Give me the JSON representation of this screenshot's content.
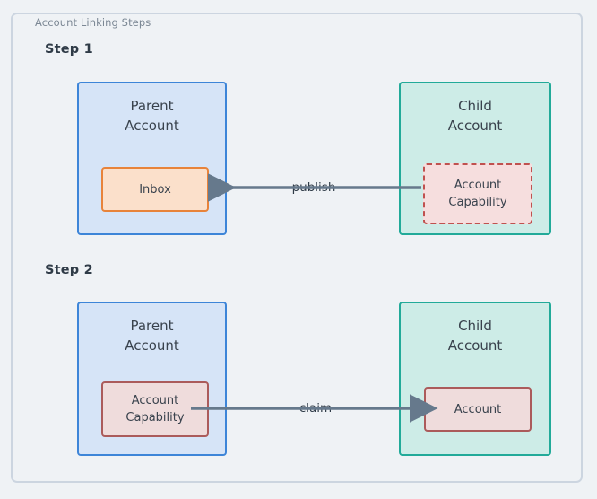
{
  "frame": {
    "legend": "Account Linking Steps"
  },
  "colors": {
    "page_background": "#eff2f5",
    "frame_border": "#ccd5e0",
    "legend_text": "#7b8794",
    "step_label_text": "#2f3b47",
    "parent_fill": "#d6e4f7",
    "parent_border": "#3d85d8",
    "child_fill": "#cdece7",
    "child_border": "#22aa99",
    "inbox_fill": "#fbe0cb",
    "inbox_border": "#e8833a",
    "capability_dashed_fill": "#f6dede",
    "capability_dashed_border": "#c0514f",
    "capability_solid_fill": "#efdcdc",
    "capability_solid_border": "#ab5b5b",
    "arrow": "#66798c",
    "node_text": "#39424d"
  },
  "steps": [
    {
      "label": "Step 1",
      "parent": {
        "title": "Parent\nAccount",
        "node": "Inbox"
      },
      "child": {
        "title": "Child\nAccount",
        "node": "Account\nCapability"
      },
      "arrow": {
        "label": "publish",
        "direction": "right-to-left",
        "from": "Account Capability",
        "to": "Inbox"
      }
    },
    {
      "label": "Step 2",
      "parent": {
        "title": "Parent\nAccount",
        "node": "Account\nCapability"
      },
      "child": {
        "title": "Child\nAccount",
        "node": "Account"
      },
      "arrow": {
        "label": "claim",
        "direction": "left-to-right",
        "from": "Account Capability",
        "to": "Account"
      }
    }
  ]
}
